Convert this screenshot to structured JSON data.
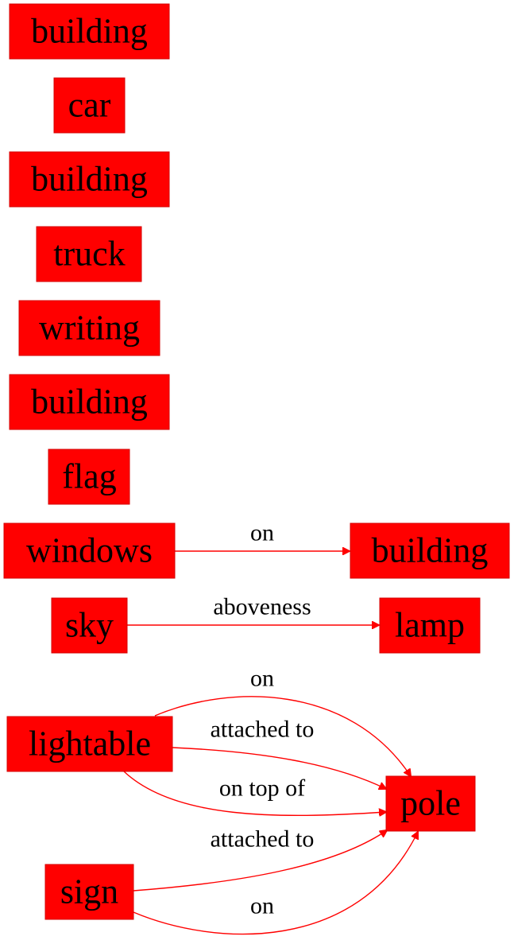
{
  "diagram": {
    "nodes": {
      "n1": "building",
      "n2": "car",
      "n3": "building",
      "n4": "truck",
      "n5": "writing",
      "n6": "building",
      "n7": "flag",
      "n8": "windows",
      "n9": "building",
      "n10": "sky",
      "n11": "lamp",
      "n12": "lightable",
      "n13": "pole",
      "n14": "sign"
    },
    "edges": {
      "e1": {
        "from": "windows",
        "to": "building",
        "label": "on"
      },
      "e2": {
        "from": "sky",
        "to": "lamp",
        "label": "aboveness"
      },
      "e3": {
        "from": "lightable",
        "to": "pole",
        "label": "on"
      },
      "e4": {
        "from": "lightable",
        "to": "pole",
        "label": "attached to"
      },
      "e5": {
        "from": "lightable",
        "to": "pole",
        "label": "on top of"
      },
      "e6": {
        "from": "sign",
        "to": "pole",
        "label": "attached to"
      },
      "e7": {
        "from": "sign",
        "to": "pole",
        "label": "on"
      }
    },
    "colors": {
      "node_fill": "#ff0000",
      "edge": "#ff0000",
      "text": "#000000"
    }
  }
}
